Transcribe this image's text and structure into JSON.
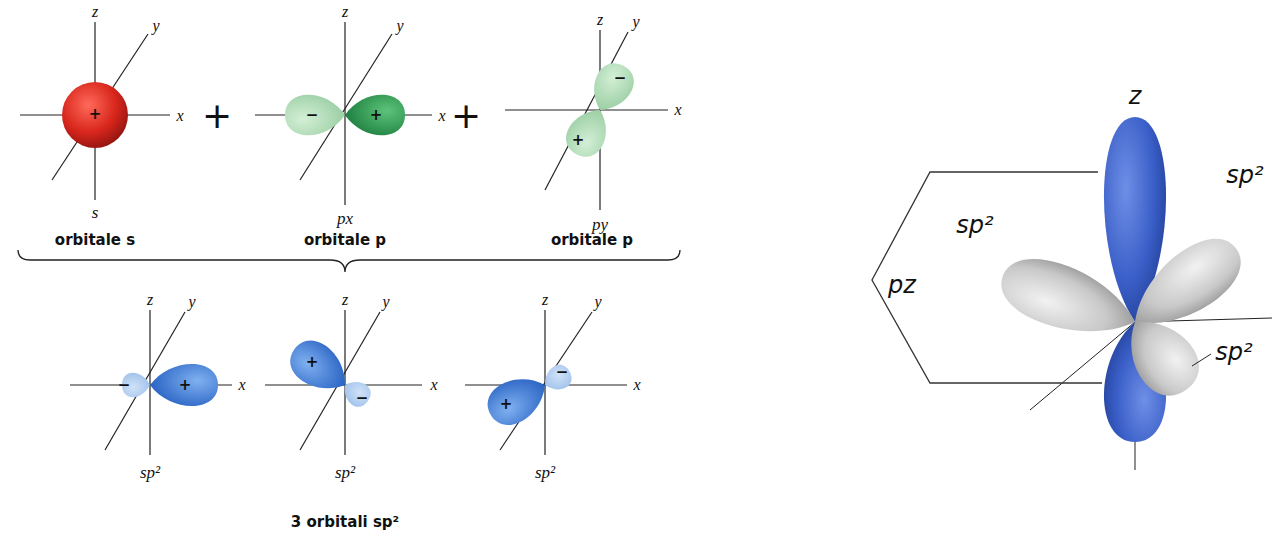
{
  "diagram": {
    "labels": [
      "z",
      "y",
      "+",
      "x",
      "s",
      "+",
      "z",
      "y",
      "−",
      "+",
      "x",
      "px",
      "+",
      "z",
      "y",
      "−",
      "+",
      "x",
      "py",
      "orbitale s",
      "orbitale p",
      "orbitale p",
      "z",
      "y",
      "−",
      "+",
      "x",
      "sp²",
      "z",
      "y",
      "+",
      "−",
      "x",
      "sp²",
      "z",
      "y",
      "−",
      "+",
      "x",
      "sp²",
      "3 orbitali sp²",
      "z",
      "sp²",
      "sp²",
      "pz",
      "sp²"
    ]
  }
}
